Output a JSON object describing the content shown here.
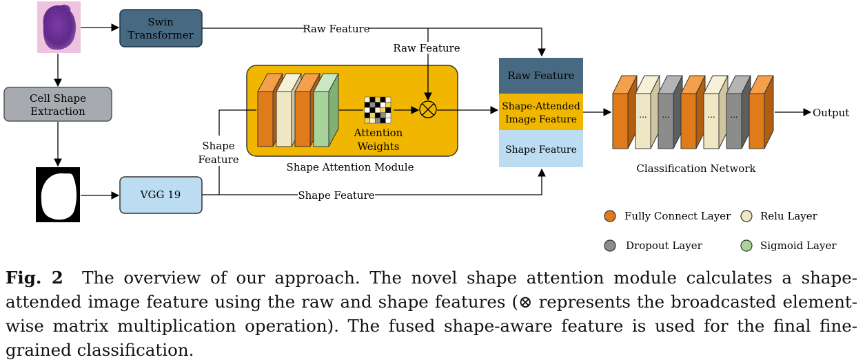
{
  "nodes": {
    "swin": [
      "Swin",
      "Transformer"
    ],
    "cell_shape": [
      "Cell Shape",
      "Extraction"
    ],
    "vgg": "VGG 19",
    "attention_weights": [
      "Attention",
      "Weights"
    ],
    "sam_label": "Shape Attention Module",
    "stack": {
      "raw": "Raw Feature",
      "shape_attended": [
        "Shape-Attended",
        "Image Feature"
      ],
      "shape": "Shape Feature"
    },
    "classification_label": "Classification Network",
    "output": "Output",
    "layer_dots": "..."
  },
  "edges": {
    "raw_feature_top": "Raw Feature",
    "raw_feature_down": "Raw Feature",
    "shape_feature_side": [
      "Shape",
      "Feature"
    ],
    "shape_feature_bottom": "Shape Feature"
  },
  "legend": {
    "fc": "Fully Connect Layer",
    "relu": "Relu Layer",
    "dropout": "Dropout Layer",
    "sigmoid": "Sigmoid Layer"
  },
  "colors": {
    "fc": "#e07b1c",
    "relu": "#efe7c4",
    "dropout": "#8c8c8c",
    "sigmoid": "#a8d49c",
    "swin": "#476a82",
    "cell_shape": "#a7abb0",
    "vgg": "#bcdcf1",
    "sam_bg": "#f1b700",
    "stack_raw": "#476a82",
    "stack_attended": "#f1b700",
    "stack_shape": "#bcdcf1"
  },
  "caption": {
    "label": "Fig. 2",
    "text": "The overview of our approach. The novel shape attention module calculates a shape-attended image feature using the raw and shape features (⊗ represents the broadcasted element-wise matrix multiplication operation). The fused shape-aware feature is used for the final fine-grained classification."
  }
}
